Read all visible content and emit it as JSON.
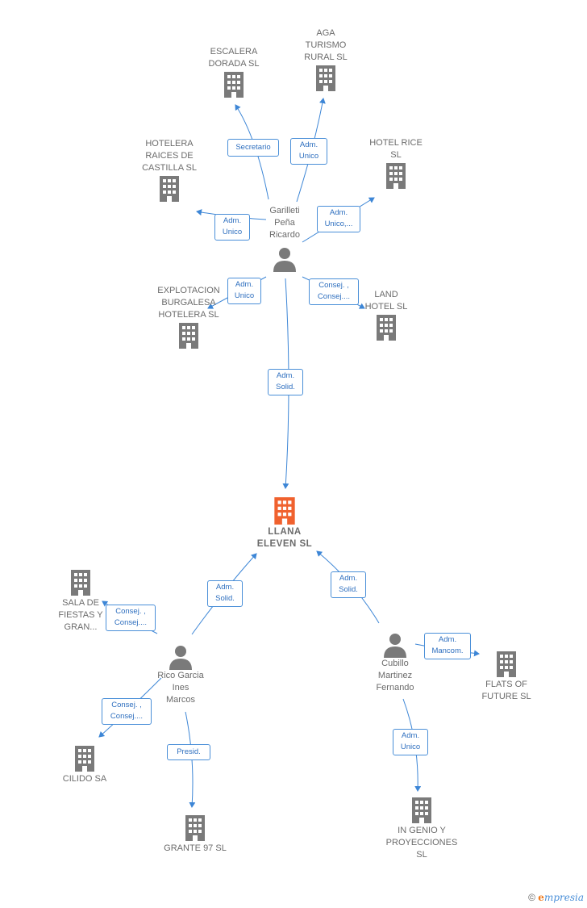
{
  "colors": {
    "building": "#7a7a7a",
    "main_building": "#f0612e",
    "person": "#7a7a7a",
    "edge": "#3d86d6"
  },
  "nodes": {
    "escalera": "ESCALERA\nDORADA  SL",
    "aga": "AGA\nTURISMO\nRURAL SL",
    "hotelera": "HOTELERA\nRAICES DE\nCASTILLA  SL",
    "hotelrice": "HOTEL RICE\nSL",
    "explotacion": "EXPLOTACION\nBURGALESA\nHOTELERA SL",
    "land": "LAND\nHOTEL SL",
    "garilleti": "Garilleti\nPeña\nRicardo",
    "llana": "LLANA\nELEVEN  SL",
    "sala": "SALA DE\nFIESTAS Y\nGRAN...",
    "rico": "Rico Garcia\nInes\nMarcos",
    "cubillo": "Cubillo\nMartinez\nFernando",
    "flats": "FLATS OF\nFUTURE  SL",
    "cilido": "CILIDO SA",
    "grante": "GRANTE 97 SL",
    "ingenio": "IN GENIO Y\nPROYECCIONES\nSL"
  },
  "relations": {
    "secretario": "Secretario",
    "adm_unico_aga": "Adm.\nUnico",
    "adm_unico_hotelera": "Adm.\nUnico",
    "adm_unico_rice": "Adm.\nUnico,...",
    "adm_unico_explotacion": "Adm.\nUnico",
    "consej_land": "Consej. ,\nConsej....",
    "adm_solid_garilleti": "Adm.\nSolid.",
    "consej_sala": "Consej. ,\nConsej....",
    "adm_solid_rico": "Adm.\nSolid.",
    "adm_solid_cubillo": "Adm.\nSolid.",
    "adm_mancom": "Adm.\nMancom.",
    "consej_cilido": "Consej. ,\nConsej....",
    "presid": "Presid.",
    "adm_unico_ingenio": "Adm.\nUnico"
  },
  "footer": {
    "copyright": "©",
    "brand_e": "e",
    "brand_rest": "mpresia"
  }
}
